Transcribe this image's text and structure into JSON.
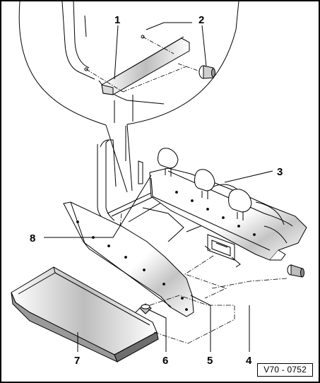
{
  "figure_code": "V70 - 0752",
  "callouts": {
    "c1": "1",
    "c2": "2",
    "c3": "3",
    "c4": "4",
    "c5": "5",
    "c6": "6",
    "c7": "7",
    "c8": "8"
  },
  "colors": {
    "line": "#000000",
    "shade": "#b8b8b8",
    "background": "#ffffff"
  }
}
